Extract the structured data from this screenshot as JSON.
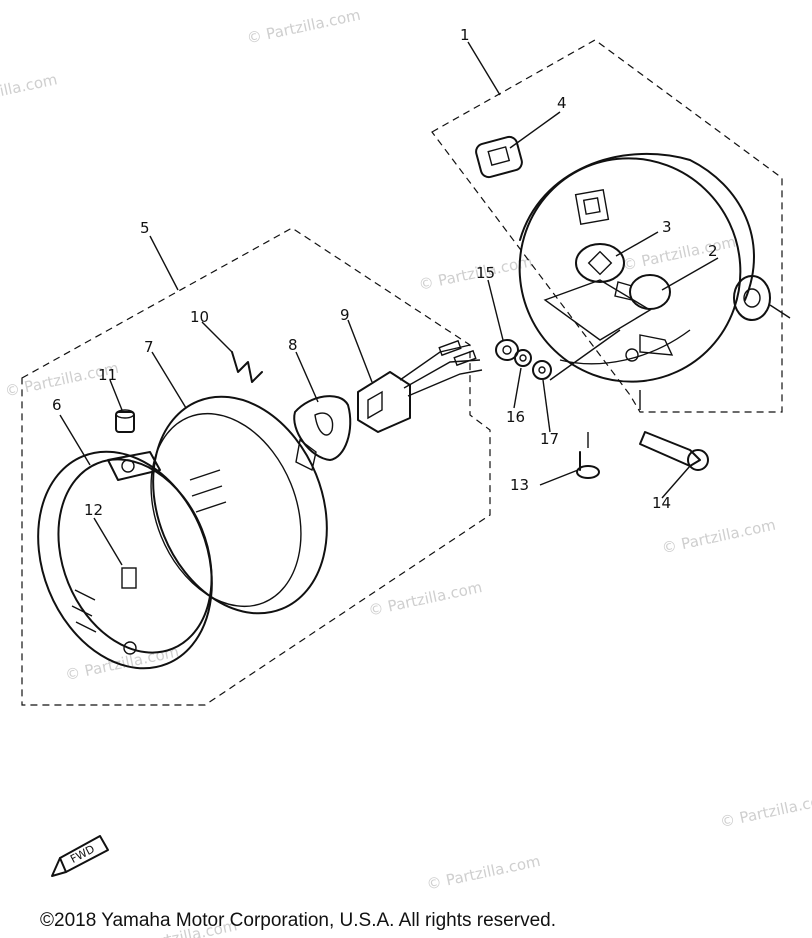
{
  "watermark": "© Partzilla.com",
  "callouts": {
    "c1": "1",
    "c2": "2",
    "c3": "3",
    "c4": "4",
    "c5": "5",
    "c6": "6",
    "c7": "7",
    "c8": "8",
    "c9": "9",
    "c10": "10",
    "c11": "11",
    "c12": "12",
    "c13": "13",
    "c14": "14",
    "c15": "15",
    "c16": "16",
    "c17": "17"
  },
  "fwd_label": "FWD",
  "copyright": "©2018 Yamaha Motor Corporation, U.S.A. All rights reserved."
}
